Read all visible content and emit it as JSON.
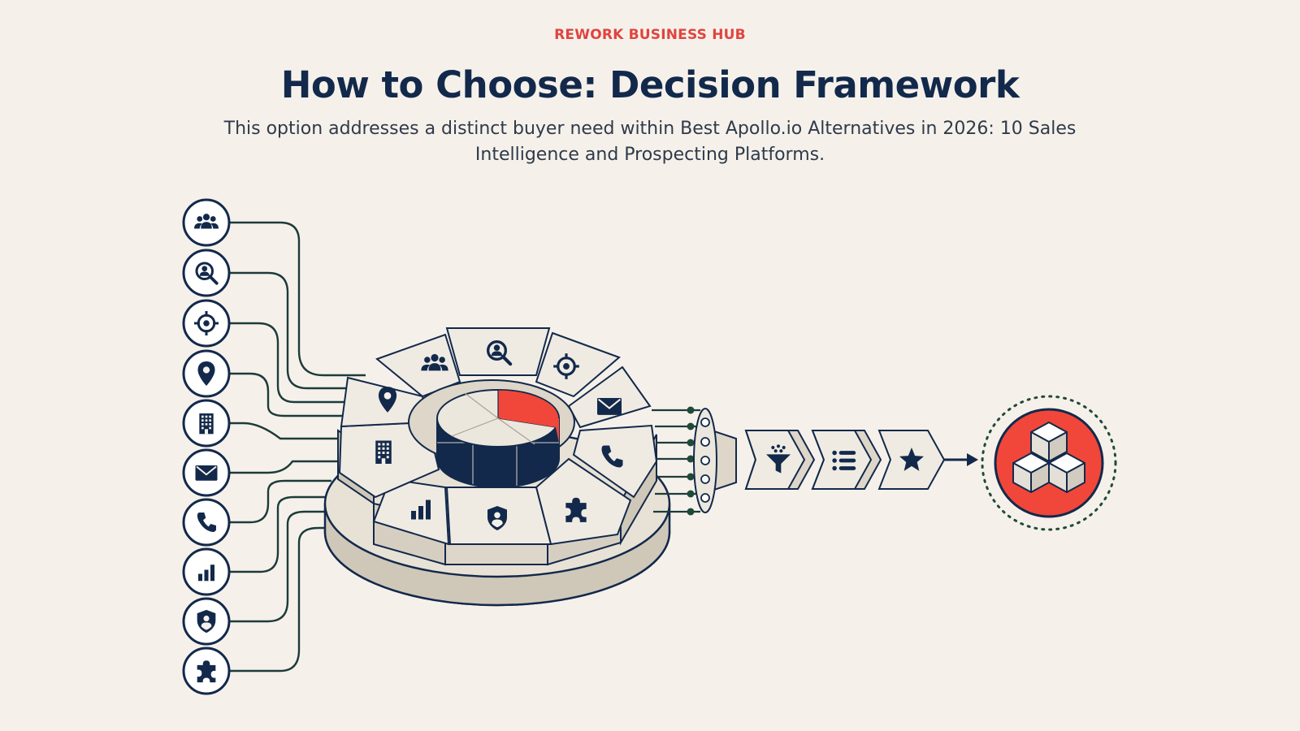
{
  "header": {
    "brand": "REWORK BUSINESS HUB",
    "title": "How to Choose: Decision Framework",
    "subtitle": "This option addresses a distinct buyer need within Best Apollo.io Alternatives in 2026: 10 Sales Intelligence and Prospecting Platforms."
  },
  "colors": {
    "navy": "#13294b",
    "accent": "#f0473a",
    "background": "#f5f1ea",
    "dark_green_dots": "#1f4a3a"
  },
  "inputs": {
    "icons": [
      "people-icon",
      "search-person-icon",
      "target-icon",
      "location-pin-icon",
      "building-icon",
      "mail-icon",
      "phone-icon",
      "bar-chart-icon",
      "shield-user-icon",
      "puzzle-icon"
    ]
  },
  "wheel": {
    "segments": [
      "people-icon",
      "search-person-icon",
      "target-icon",
      "mail-icon",
      "phone-icon",
      "puzzle-icon",
      "shield-user-icon",
      "bar-chart-icon",
      "building-icon",
      "location-pin-icon"
    ],
    "center_chart_highlight": 0.25
  },
  "pipeline": {
    "steps": [
      "funnel-icon",
      "list-icon",
      "star-icon"
    ],
    "result_icon": "cubes-icon"
  }
}
